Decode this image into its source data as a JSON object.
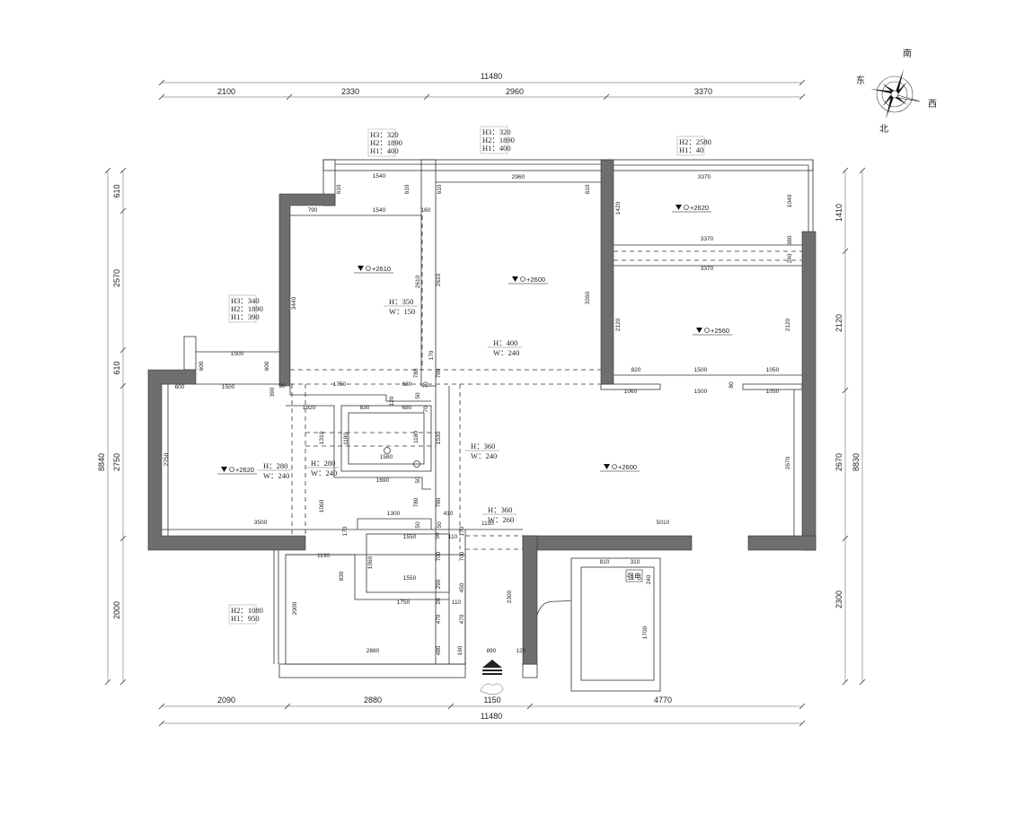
{
  "overall": {
    "top_total": "11480",
    "top_segments": [
      "2100",
      "2330",
      "2960",
      "3370"
    ],
    "bottom_segments": [
      "2090",
      "2880",
      "1150",
      "4770"
    ],
    "bottom_total": "11480",
    "left_segments": [
      "610",
      "2570",
      "610",
      "2750",
      "2000"
    ],
    "left_total": "8840",
    "right_segments": [
      "1410",
      "2120",
      "2670",
      "2300"
    ],
    "right_total": "8830"
  },
  "compass": {
    "south": "南",
    "east": "东",
    "west": "西",
    "north": "北"
  },
  "elevations": [
    "+2610",
    "+2600",
    "+2620",
    "+2560",
    "+2620",
    "+2600"
  ],
  "window_notes": [
    [
      "H3：320",
      "H2：1890",
      "H1：400"
    ],
    [
      "H3：320",
      "H2：1890",
      "H1：400"
    ],
    [
      "H2：2580",
      "H1：40"
    ],
    [
      "H3：340",
      "H2：1890",
      "H1：390"
    ],
    [
      "H2：1080",
      "H1：950"
    ]
  ],
  "beam_notes": [
    [
      "H：350",
      "W：150"
    ],
    [
      "H：400",
      "W：240"
    ],
    [
      "H：280",
      "W：240"
    ],
    [
      "H：280",
      "W：240"
    ],
    [
      "H：360",
      "W：240"
    ],
    [
      "H：360",
      "W：260"
    ]
  ],
  "panel_label": "强电",
  "inner_dimensions": [
    "1540",
    "610",
    "610",
    "790",
    "1540",
    "160",
    "3440",
    "2610",
    "2960",
    "610",
    "610",
    "2610",
    "3260",
    "170",
    "780",
    "780",
    "3370",
    "1420",
    "1040",
    "3370",
    "380",
    "240",
    "3370",
    "2120",
    "2120",
    "820",
    "1500",
    "1050",
    "80",
    "1060",
    "1500",
    "1050",
    "2670",
    "5010",
    "1500",
    "600",
    "600",
    "600",
    "1500",
    "390",
    "90",
    "2750",
    "3500",
    "1750",
    "680",
    "70",
    "120",
    "50",
    "1920",
    "830",
    "680",
    "70",
    "1310",
    "1180",
    "1180",
    "1530",
    "1580",
    "1690",
    "50",
    "1060",
    "780",
    "780",
    "1300",
    "410",
    "50",
    "50",
    "170",
    "170",
    "50",
    "110",
    "1550",
    "1060",
    "700",
    "700",
    "1130",
    "830",
    "1550",
    "290",
    "450",
    "20",
    "1750",
    "110",
    "470",
    "470",
    "2000",
    "2880",
    "480",
    "160",
    "890",
    "120",
    "2300",
    "1150",
    "810",
    "310",
    "240",
    "1700"
  ]
}
